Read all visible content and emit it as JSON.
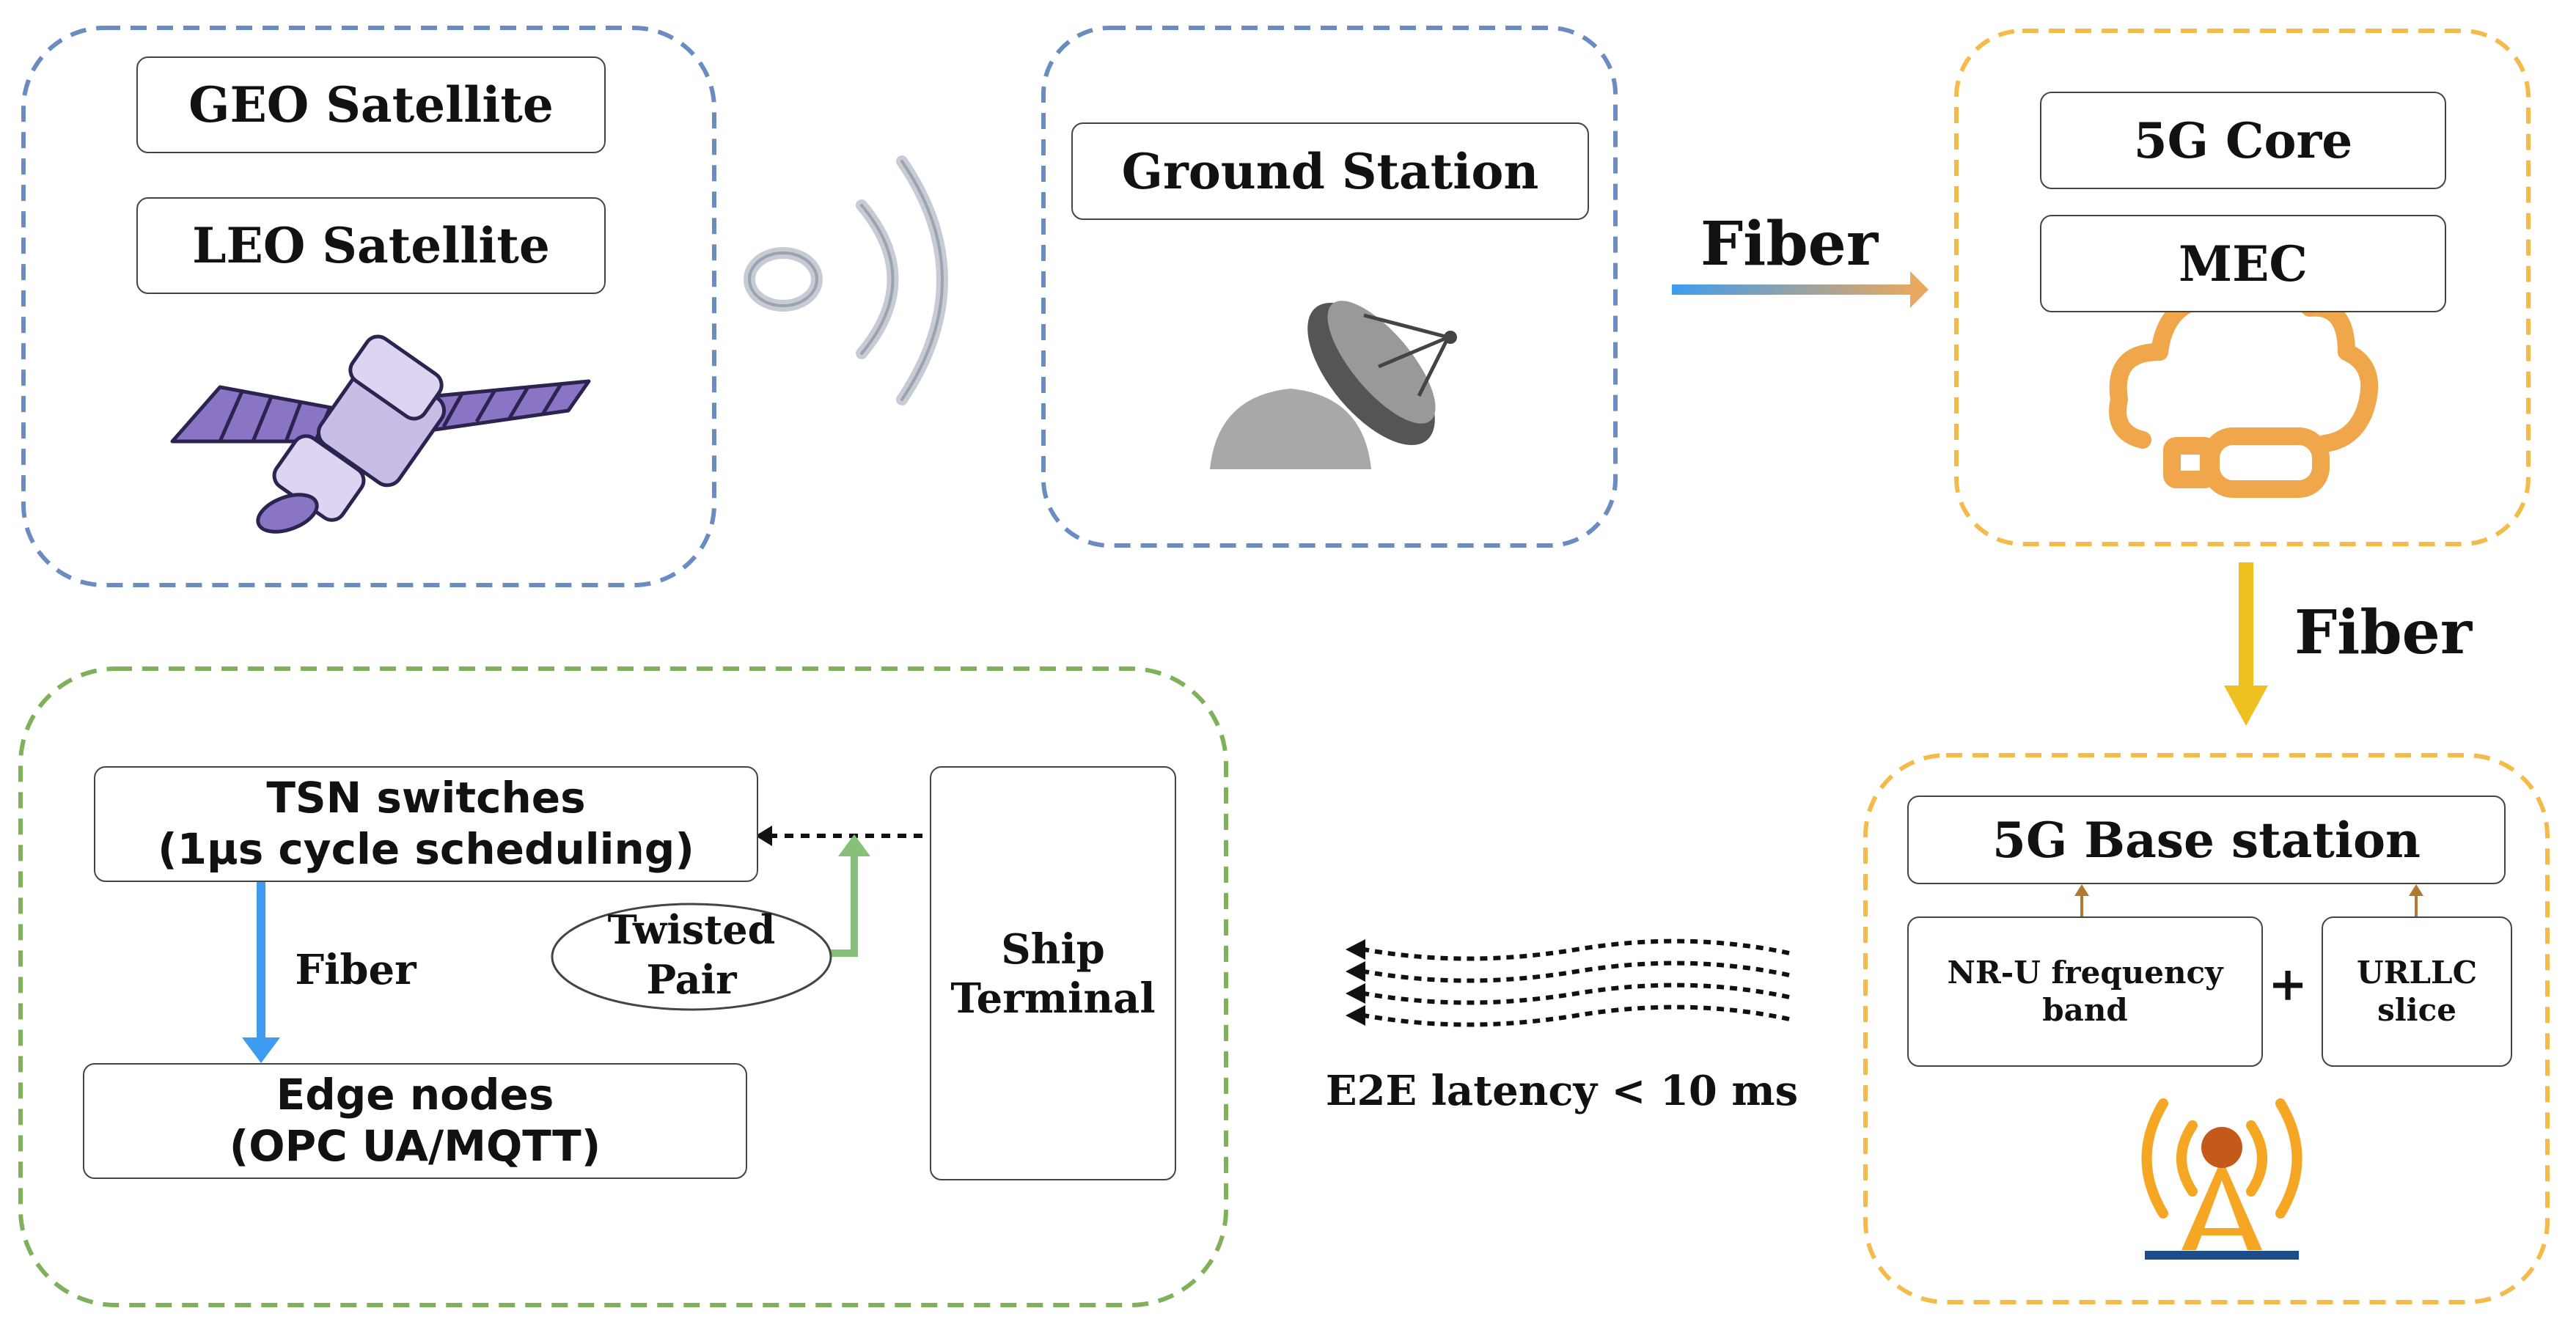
{
  "satellite_group": {
    "geo_label": "GEO Satellite",
    "leo_label": "LEO Satellite"
  },
  "ground_group": {
    "station_label": "Ground Station"
  },
  "core_group": {
    "core_label": "5G Core",
    "mec_label": "MEC"
  },
  "links": {
    "fiber_top": "Fiber",
    "fiber_right": "Fiber",
    "fiber_ship": "Fiber",
    "twisted_pair": "Twisted\nPair"
  },
  "base_group": {
    "base_station_label": "5G Base station",
    "nru_label": "NR-U frequency\nband",
    "plus": "+",
    "urllc_label": "URLLC\nslice"
  },
  "latency": {
    "label": "E2E latency < 10 ms"
  },
  "ship_group": {
    "tsn_label": "TSN switches\n(1μs cycle scheduling)",
    "edge_label": "Edge nodes\n(OPC UA/MQTT)",
    "ship_terminal_label": "Ship\nTerminal"
  },
  "colors": {
    "blue_dash": "#6b8cc0",
    "orange_dash": "#f5bb4a",
    "green_dash": "#7fb05a",
    "fiber_blue": "#3d9cf0",
    "fiber_orange": "#e8a860",
    "fiber_yellow": "#f0c020",
    "mec_orange": "#f0a64a",
    "twisted_green": "#86c07a",
    "antenna_orange": "#f5a623",
    "small_arrow": "#b07a30"
  },
  "icons": [
    "satellite-icon",
    "wireless-signal-icon",
    "satellite-dish-icon",
    "cloud-usb-icon",
    "cruise-ship-icon",
    "cell-tower-icon"
  ]
}
